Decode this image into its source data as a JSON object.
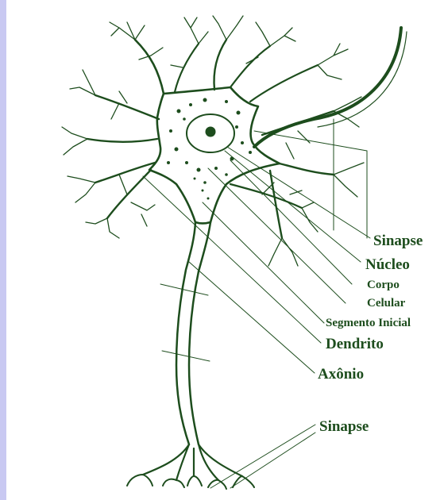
{
  "figure": {
    "labels": {
      "sinapse_top": "Sinapse",
      "nucleo": "Núcleo",
      "corpo": "Corpo",
      "celular": "Celular",
      "segmento_inicial": "Segmento Inicial",
      "dendrito": "Dendrito",
      "axonio": "Axônio",
      "sinapse_bottom": "Sinapse"
    },
    "colors": {
      "ink": "#1d4d1d",
      "background": "#ffffff",
      "border": "#c9c9f2"
    }
  }
}
